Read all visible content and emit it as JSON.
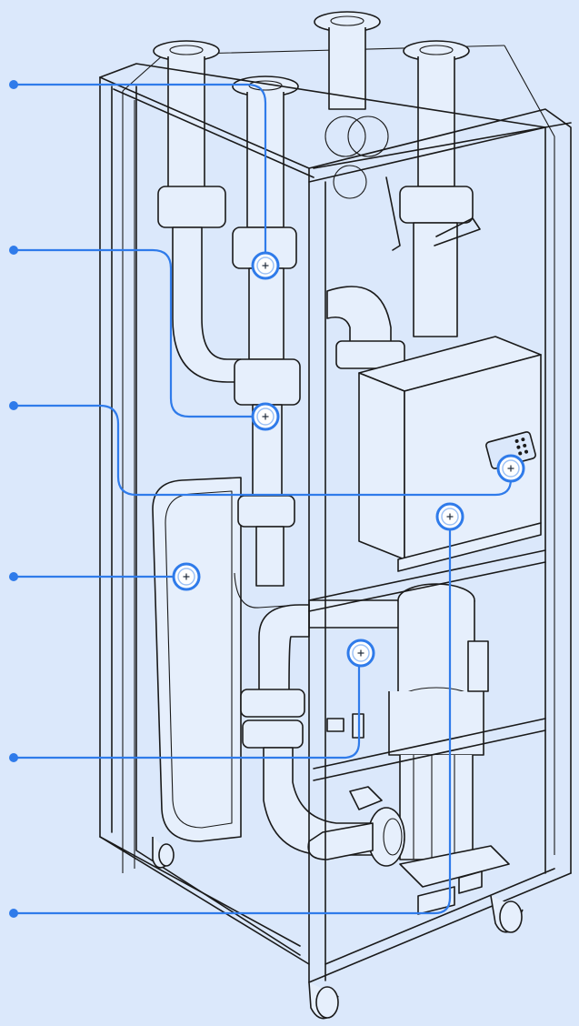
{
  "diagram": {
    "hotspots": [
      {
        "id": "hotspot-1",
        "label": "+"
      },
      {
        "id": "hotspot-2",
        "label": "+"
      },
      {
        "id": "hotspot-3",
        "label": "+"
      },
      {
        "id": "hotspot-4",
        "label": "+"
      },
      {
        "id": "hotspot-5",
        "label": "+"
      },
      {
        "id": "hotspot-6",
        "label": "+"
      },
      {
        "id": "hotspot-7",
        "label": "+"
      }
    ],
    "colors": {
      "background": "#dbe8fb",
      "accent": "#2f7bea",
      "line_art": "#1a1a1a"
    }
  }
}
